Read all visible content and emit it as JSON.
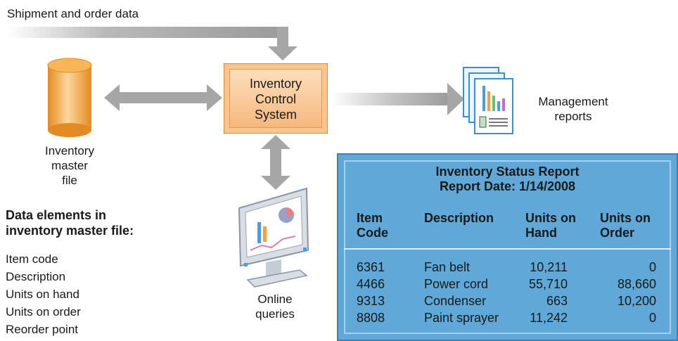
{
  "input_label": "Shipment and order data",
  "system_label": [
    "Inventory",
    "Control",
    "System"
  ],
  "master_file_label": [
    "Inventory",
    "master",
    "file"
  ],
  "management_label": [
    "Management",
    "reports"
  ],
  "queries_label": [
    "Online",
    "queries"
  ],
  "data_elements": {
    "title": [
      "Data elements in",
      "inventory master file:"
    ],
    "items": [
      "Item code",
      "Description",
      "Units on hand",
      "Units on order",
      "Reorder point"
    ]
  },
  "report": {
    "title": "Inventory Status Report",
    "date_line": "Report Date: 1/14/2008",
    "headers": [
      [
        "Item",
        "Code"
      ],
      [
        "Description",
        ""
      ],
      [
        "Units on",
        "Hand"
      ],
      [
        "Units on",
        "Order"
      ]
    ],
    "rows": [
      {
        "code": "6361",
        "description": "Fan belt",
        "on_hand": "10,211",
        "on_order": "0"
      },
      {
        "code": "4466",
        "description": "Power cord",
        "on_hand": "55,710",
        "on_order": "88,660"
      },
      {
        "code": "9313",
        "description": "Condenser",
        "on_hand": "663",
        "on_order": "10,200"
      },
      {
        "code": "8808",
        "description": "Paint sprayer",
        "on_hand": "11,242",
        "on_order": "0"
      }
    ]
  },
  "colors": {
    "arrow": "#a6a6a6",
    "system_box": "#f6b478",
    "cylinder": "#f2a23c",
    "report_bg": "#5fa8d8"
  }
}
